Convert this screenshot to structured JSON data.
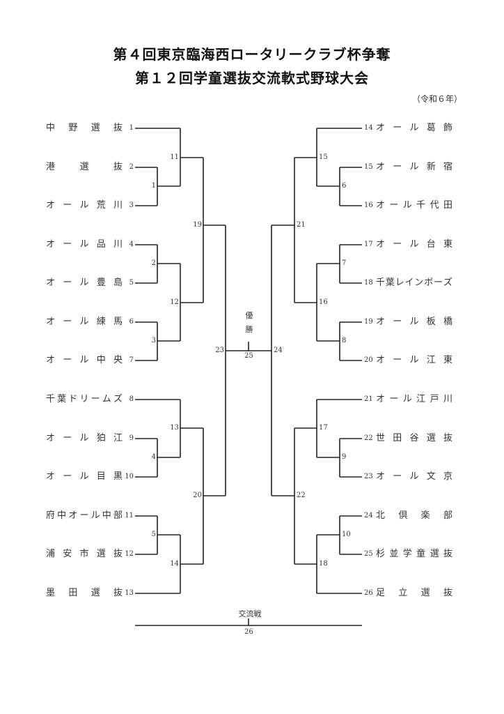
{
  "header": {
    "title_line1": "第４回東京臨海西ロータリークラブ杯争奪",
    "title_line2": "第１２回学童選抜交流軟式野球大会",
    "year": "（令和６年）"
  },
  "left_teams": [
    {
      "seed": "1",
      "name": "中野選抜"
    },
    {
      "seed": "2",
      "name": "港選抜"
    },
    {
      "seed": "3",
      "name": "オール荒川"
    },
    {
      "seed": "4",
      "name": "オール品川"
    },
    {
      "seed": "5",
      "name": "オール豊島"
    },
    {
      "seed": "6",
      "name": "オール練馬"
    },
    {
      "seed": "7",
      "name": "オール中央"
    },
    {
      "seed": "8",
      "name": "千葉ドリームズ"
    },
    {
      "seed": "9",
      "name": "オール狛江"
    },
    {
      "seed": "10",
      "name": "オール目黒"
    },
    {
      "seed": "11",
      "name": "府中オール中部"
    },
    {
      "seed": "12",
      "name": "浦安市選抜"
    },
    {
      "seed": "13",
      "name": "墨田選抜"
    }
  ],
  "right_teams": [
    {
      "seed": "14",
      "name": "オール葛飾"
    },
    {
      "seed": "15",
      "name": "オール新宿"
    },
    {
      "seed": "16",
      "name": "オール千代田"
    },
    {
      "seed": "17",
      "name": "オール台東"
    },
    {
      "seed": "18",
      "name": "千葉レインボーズ"
    },
    {
      "seed": "19",
      "name": "オール板橋"
    },
    {
      "seed": "20",
      "name": "オール江東"
    },
    {
      "seed": "21",
      "name": "オール江戸川"
    },
    {
      "seed": "22",
      "name": "世田谷選抜"
    },
    {
      "seed": "23",
      "name": "オール文京"
    },
    {
      "seed": "24",
      "name": "北倶楽部"
    },
    {
      "seed": "25",
      "name": "杉並学童選抜"
    },
    {
      "seed": "26",
      "name": "足立選抜"
    }
  ],
  "matches": {
    "m1": "1",
    "m2": "2",
    "m3": "3",
    "m4": "4",
    "m5": "5",
    "m6": "6",
    "m7": "7",
    "m8": "8",
    "m9": "9",
    "m10": "10",
    "m11": "11",
    "m12": "12",
    "m13": "13",
    "m14": "14",
    "m15": "15",
    "m16": "16",
    "m17": "17",
    "m18": "18",
    "m19": "19",
    "m20": "20",
    "m21": "21",
    "m22": "22",
    "m23": "23",
    "m24": "24",
    "m25": "25",
    "m26": "26"
  },
  "final": {
    "label_char1": "優",
    "label_char2": "勝"
  },
  "exchange": {
    "label": "交流戦"
  }
}
